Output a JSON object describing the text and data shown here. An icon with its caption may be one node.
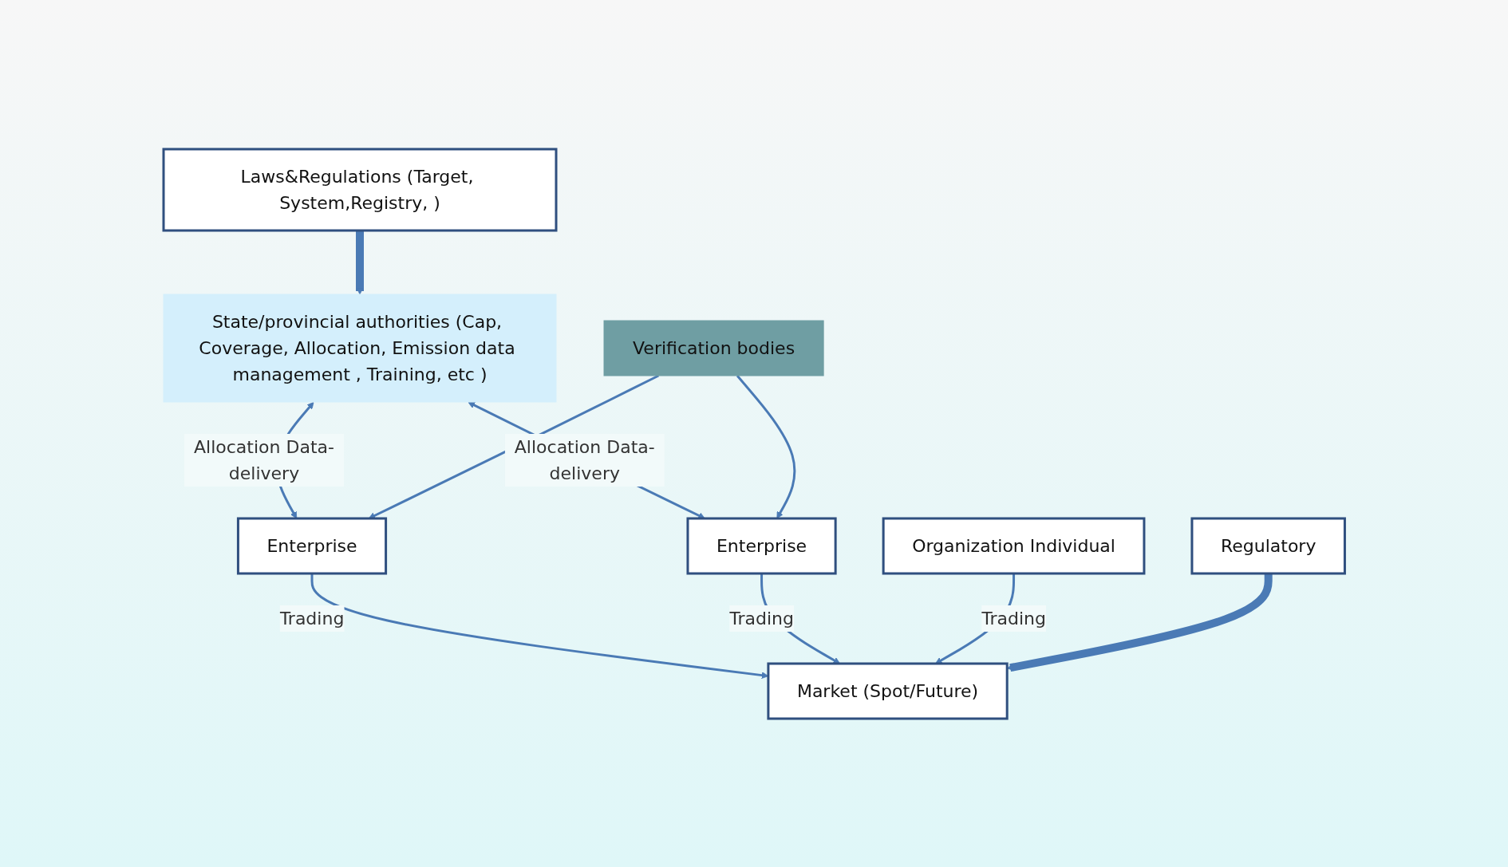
{
  "diagram": {
    "nodes": [
      {
        "text": [
          "Laws&Regulations (Target, System,Registry, )"
        ]
      },
      {
        "text": [
          "State/provincial authorities (Cap, Coverage, Allocation, Emission data management , Training, etc )"
        ]
      },
      {
        "text": [
          "Enterprise"
        ]
      },
      {
        "text": [
          "Verification bodies"
        ]
      },
      {
        "text": [
          "Enterprise"
        ]
      },
      {
        "text": [
          "Organization Individual"
        ]
      },
      {
        "text": [
          "Market (Spot/Future)"
        ]
      },
      {
        "text": [
          "Regulatory"
        ]
      }
    ],
    "edges": [
      {
        "from": 0,
        "to": 1,
        "arrow": "to",
        "style": "thick"
      },
      {
        "from": 1,
        "to": 2,
        "arrow": "both",
        "label": "Allocation Data-delivery"
      },
      {
        "from": 1,
        "to": 4,
        "arrow": "both",
        "label": "Allocation Data-delivery"
      },
      {
        "from": 3,
        "to": 2,
        "arrow": "to"
      },
      {
        "from": 3,
        "to": 4,
        "arrow": "to"
      },
      {
        "from": 2,
        "to": 6,
        "arrow": "to",
        "label": "Trading"
      },
      {
        "from": 4,
        "to": 6,
        "arrow": "to",
        "label": "Trading"
      },
      {
        "from": 5,
        "to": 6,
        "arrow": "to",
        "label": "Trading"
      },
      {
        "from": 7,
        "to": 6,
        "arrow": "to",
        "style": "thick"
      }
    ]
  }
}
